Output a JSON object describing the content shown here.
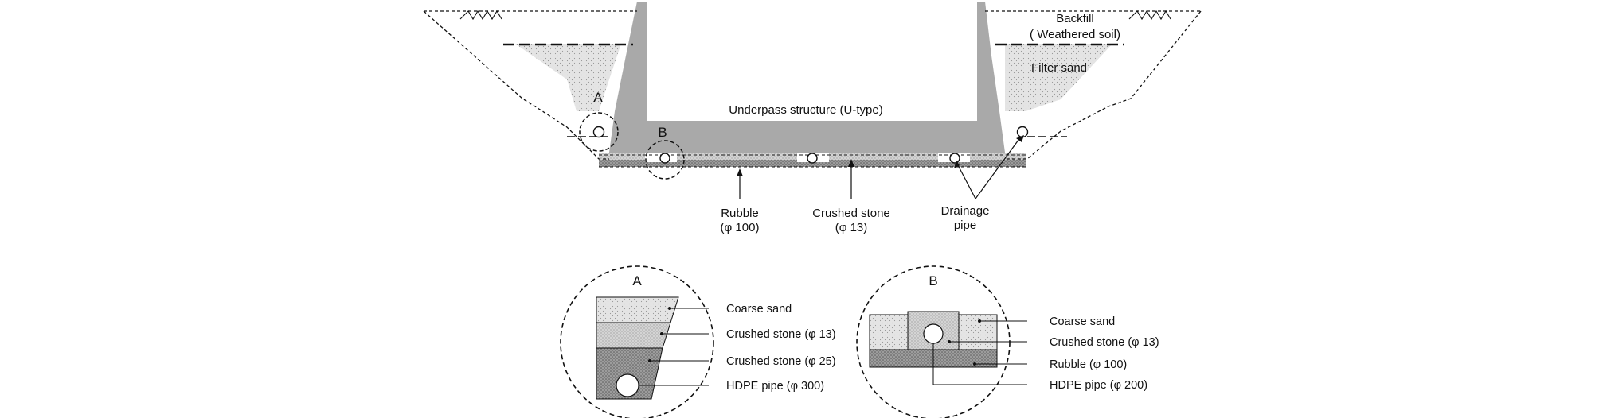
{
  "colors": {
    "concrete": "#a9a9a9",
    "filter_sand": "#dcdcdc",
    "gravel": "#c8c8c8",
    "rubble": "#8c8c8c",
    "line": "#111111"
  },
  "section": {
    "structure": "Underpass structure (U-type)",
    "backfill_line1": "Backfill",
    "backfill_line2": "( Weathered soil)",
    "filter_sand": "Filter sand",
    "marker_a": "A",
    "marker_b": "B",
    "rubble_line1": "Rubble",
    "rubble_line2": "(φ 100)",
    "crushed_line1": "Crushed stone",
    "crushed_line2": "(φ 13)",
    "drain_line1": "Drainage",
    "drain_line2": "pipe"
  },
  "detail_a": {
    "title": "A",
    "labels": [
      "Coarse sand",
      "Crushed stone (φ 13)",
      "Crushed stone (φ 25)",
      "HDPE pipe (φ 300)"
    ]
  },
  "detail_b": {
    "title": "B",
    "labels": [
      "Coarse sand",
      "Crushed stone (φ 13)",
      "Rubble (φ 100)",
      "HDPE pipe (φ 200)"
    ]
  }
}
